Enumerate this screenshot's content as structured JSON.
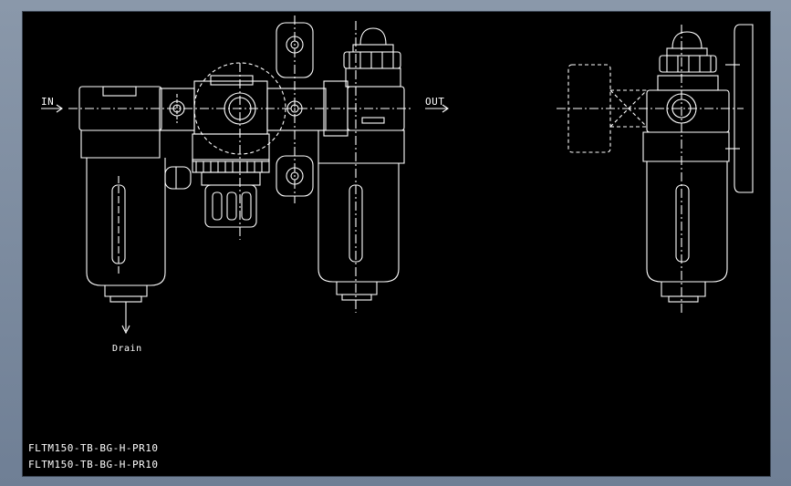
{
  "drawing": {
    "labels": {
      "in": "IN",
      "out": "OUT",
      "drain": "Drain"
    },
    "model_lines": [
      "FLTM150-TB-BG-H-PR10",
      "FLTM150-TB-BG-H-PR10"
    ],
    "colors": {
      "background": "#000000",
      "stroke": "#ffffff",
      "frame": "#7b899c"
    }
  }
}
